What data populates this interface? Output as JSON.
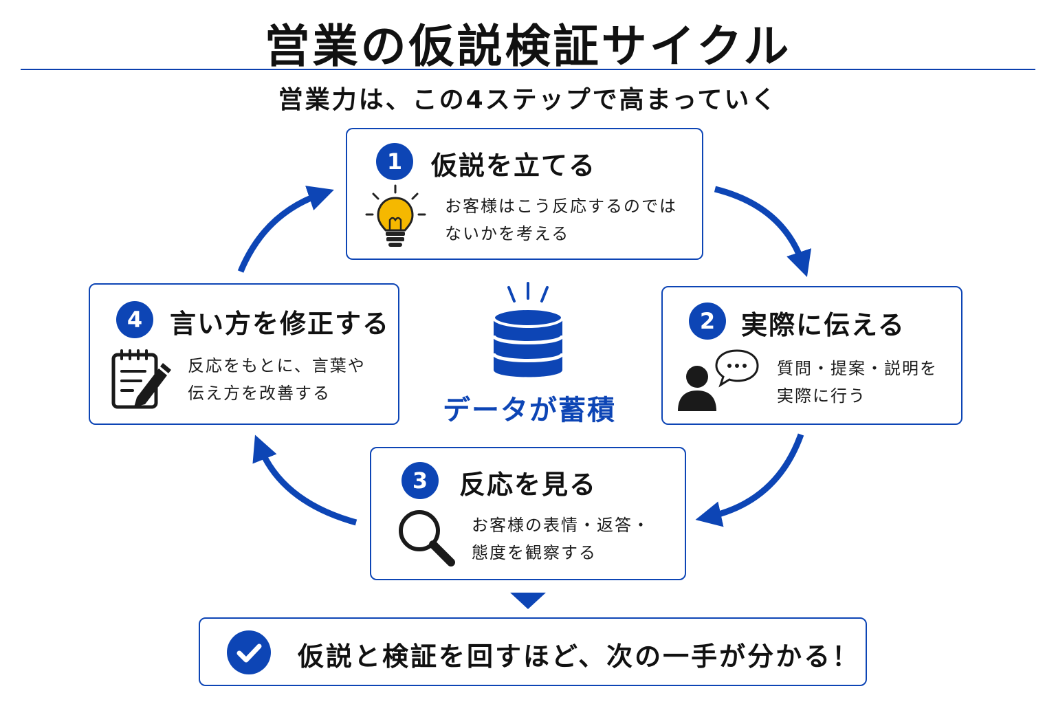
{
  "title": "営業の仮説検証サイクル",
  "subtitle": "営業力は、この4ステップで高まっていく",
  "steps": [
    {
      "number": "1",
      "title": "仮説を立てる",
      "desc": [
        "お客様はこう反応するのでは",
        "ないかを考える"
      ],
      "icon": "lightbulb-icon"
    },
    {
      "number": "2",
      "title": "実際に伝える",
      "desc": [
        "質問・提案・説明を",
        "実際に行う"
      ],
      "icon": "person-speech-icon"
    },
    {
      "number": "3",
      "title": "反応を見る",
      "desc": [
        "お客様の表情・返答・",
        "態度を観察する"
      ],
      "icon": "magnifier-icon"
    },
    {
      "number": "4",
      "title": "言い方を修正する",
      "desc": [
        "反応をもとに、言葉や",
        "伝え方を改善する"
      ],
      "icon": "notepad-pencil-icon"
    }
  ],
  "center": {
    "label": "データが蓄積",
    "icon": "database-icon"
  },
  "conclusion": {
    "text": "仮説と検証を回すほど、次の一手が分かる！",
    "icon": "check-circle-icon"
  },
  "colors": {
    "accent": "#0d45b5",
    "bulb": "#f5b800",
    "ink": "#1a1a1a"
  }
}
